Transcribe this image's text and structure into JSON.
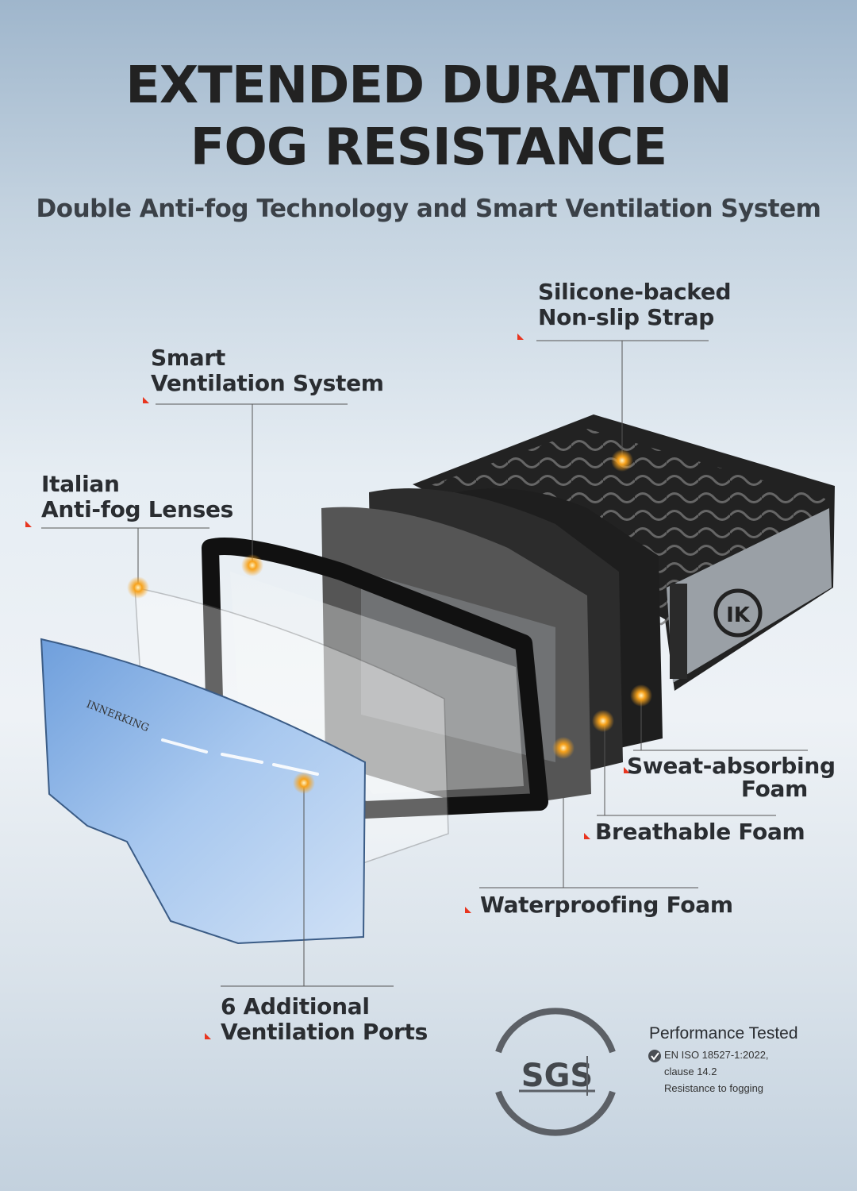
{
  "headline": {
    "line1": "EXTENDED DURATION",
    "line2": "FOG RESISTANCE"
  },
  "subtitle": "Double Anti-fog Technology and Smart Ventilation System",
  "callouts": {
    "strap": {
      "line1": "Silicone-backed",
      "line2": "Non-slip Strap"
    },
    "ventilation": {
      "line1": "Smart",
      "line2": "Ventilation System"
    },
    "lenses": {
      "line1": "Italian",
      "line2": "Anti-fog Lenses"
    },
    "sweat": {
      "line1": "Sweat-absorbing",
      "line2": "Foam"
    },
    "breathable": {
      "line1": "Breathable Foam"
    },
    "waterproof": {
      "line1": "Waterproofing Foam"
    },
    "ports": {
      "line1": "6 Additional",
      "line2": "Ventilation Ports"
    }
  },
  "product": {
    "lens_brand": "INNERKING",
    "strap_logo": "IK"
  },
  "certification": {
    "logo": "SGS",
    "heading": "Performance Tested",
    "line1": "EN ISO 18527-1:2022,",
    "line2": "clause 14.2",
    "line3": "Resistance to fogging"
  },
  "colors": {
    "marker": "#e8351f",
    "glow": "#f7a21b",
    "lens_tint": "#8fb6e6"
  }
}
